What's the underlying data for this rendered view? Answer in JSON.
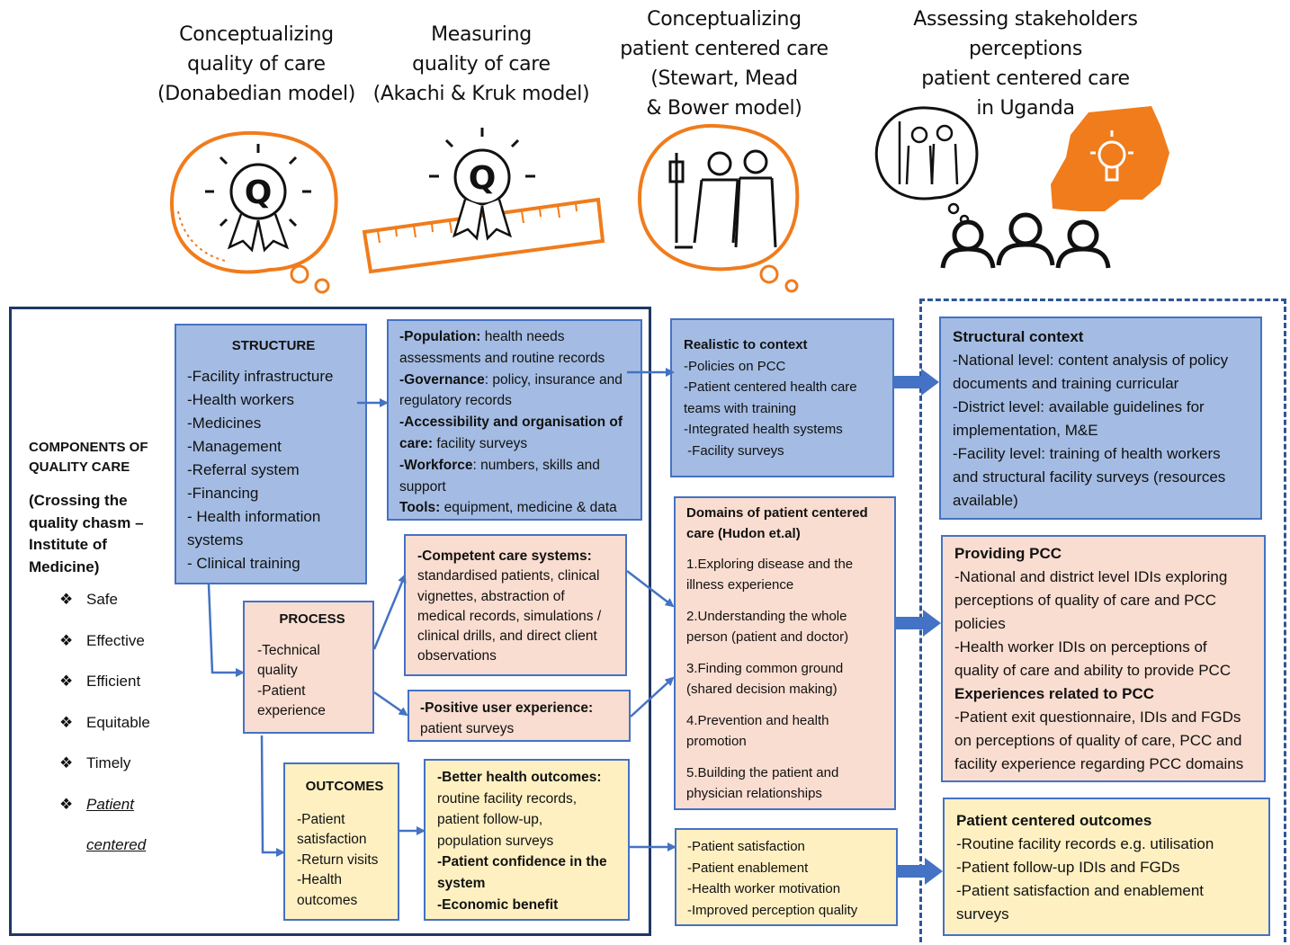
{
  "headers": {
    "h1": [
      "Conceptualizing",
      "quality of care",
      "(Donabedian model)"
    ],
    "h2": [
      "Measuring",
      "quality of care",
      "(Akachi & Kruk model)"
    ],
    "h3": [
      "Conceptualizing",
      "patient centered care",
      "(Stewart, Mead",
      "& Bower model)"
    ],
    "h4": [
      "Assessing stakeholders",
      "perceptions",
      "patient centered care",
      "in Uganda"
    ]
  },
  "icons": {
    "q_letter": "Q",
    "thought_q": "thought-bubble-q-icon",
    "ribbon_ruler": "ribbon-ruler-icon",
    "patient_doctor": "patient-doctor-icon",
    "uganda_map": "uganda-map-icon",
    "people": "people-icon"
  },
  "left": {
    "title": [
      "COMPONENTS OF",
      "QUALITY CARE"
    ],
    "subtitle": [
      "(Crossing the",
      "quality chasm –",
      "Institute of",
      "Medicine)"
    ],
    "bullets": [
      "Safe",
      "Effective",
      "Efficient",
      "Equitable",
      "Timely",
      "Patient",
      "centered"
    ]
  },
  "structure": {
    "title": "STRUCTURE",
    "items": [
      "-Facility infrastructure",
      "-Health workers",
      "-Medicines",
      "-Management",
      "-Referral system",
      "-Financing",
      "- Health  information",
      "systems",
      "- Clinical training"
    ]
  },
  "population": {
    "l1b": "-Population:",
    "l1": " health needs",
    "l2": "assessments and routine records",
    "l3b": "-Governance",
    "l3": ": policy, insurance and",
    "l4": "regulatory records",
    "l5b": "-Accessibility and organisation of",
    "l6b": "care:",
    "l6": " facility surveys",
    "l7b": "-Workforce",
    "l7": ": numbers, skills and",
    "l8": "support",
    "l9b": "Tools:",
    "l9": " equipment, medicine & data"
  },
  "realistic": {
    "title": "Realistic to context",
    "items": [
      "-Policies on PCC",
      "-Patient centered health  care",
      "teams with training",
      "-Integrated health systems",
      " -Facility surveys"
    ]
  },
  "structural_context": {
    "title": "Structural context",
    "items": [
      "-National level: content analysis of policy",
      "documents and training curricular",
      "-District level: available guidelines for",
      "implementation, M&E",
      "-Facility level: training of health workers",
      "and structural facility surveys (resources",
      "available)"
    ]
  },
  "process": {
    "title": "PROCESS",
    "items": [
      "-Technical",
      "quality",
      "-Patient",
      "experience"
    ]
  },
  "competent": {
    "title": "-Competent care systems:",
    "items": [
      "standardised patients, clinical",
      "vignettes, abstraction of",
      "medical records, simulations /",
      "clinical drills, and direct client",
      "observations"
    ]
  },
  "positive": {
    "title": "-Positive user experience:",
    "items": [
      "patient surveys"
    ]
  },
  "domains": {
    "title": [
      "Domains of patient centered",
      "care (Hudon et.al)"
    ],
    "items": [
      [
        "1.Exploring disease and the",
        "illness experience"
      ],
      [
        "2.Understanding the whole",
        "person (patient and doctor)"
      ],
      [
        "3.Finding common ground",
        "(shared decision making)"
      ],
      [
        "4.Prevention and health",
        "promotion"
      ],
      [
        "5.Building the patient and",
        "physician relationships"
      ]
    ]
  },
  "providing": {
    "title": "Providing PCC",
    "items": [
      "-National and district level IDIs exploring",
      "perceptions of quality of care and PCC",
      "policies",
      "-Health worker IDIs on perceptions of",
      "quality of care and ability to provide PCC"
    ],
    "title2": "Experiences related to PCC",
    "items2": [
      "-Patient exit questionnaire, IDIs and FGDs",
      "on perceptions of quality of care, PCC and",
      "facility experience regarding PCC domains"
    ]
  },
  "outcomes": {
    "title": "OUTCOMES",
    "items": [
      "-Patient",
      "satisfaction",
      "-Return visits",
      "-Health",
      "outcomes"
    ]
  },
  "better": {
    "title": "-Better health outcomes:",
    "items": [
      "routine facility records,",
      "patient follow-up,",
      "population surveys"
    ],
    "bold1": [
      "-Patient confidence in the",
      "system"
    ],
    "bold2": "-Economic benefit"
  },
  "satisfaction": {
    "items": [
      "-Patient satisfaction",
      "-Patient enablement",
      "-Health worker motivation",
      "-Improved perception quality"
    ]
  },
  "pc_outcomes": {
    "title": "Patient centered outcomes",
    "items": [
      "-Routine facility records e.g. utilisation",
      "-Patient follow-up IDIs and FGDs",
      "-Patient satisfaction  and enablement",
      "surveys"
    ]
  },
  "colors": {
    "blue_fill": "#a4bce3",
    "pink_fill": "#f9ddd0",
    "yellow_fill": "#fff0c2",
    "border": "#4472c4",
    "orange": "#f07c1c",
    "navy": "#1f3864"
  }
}
